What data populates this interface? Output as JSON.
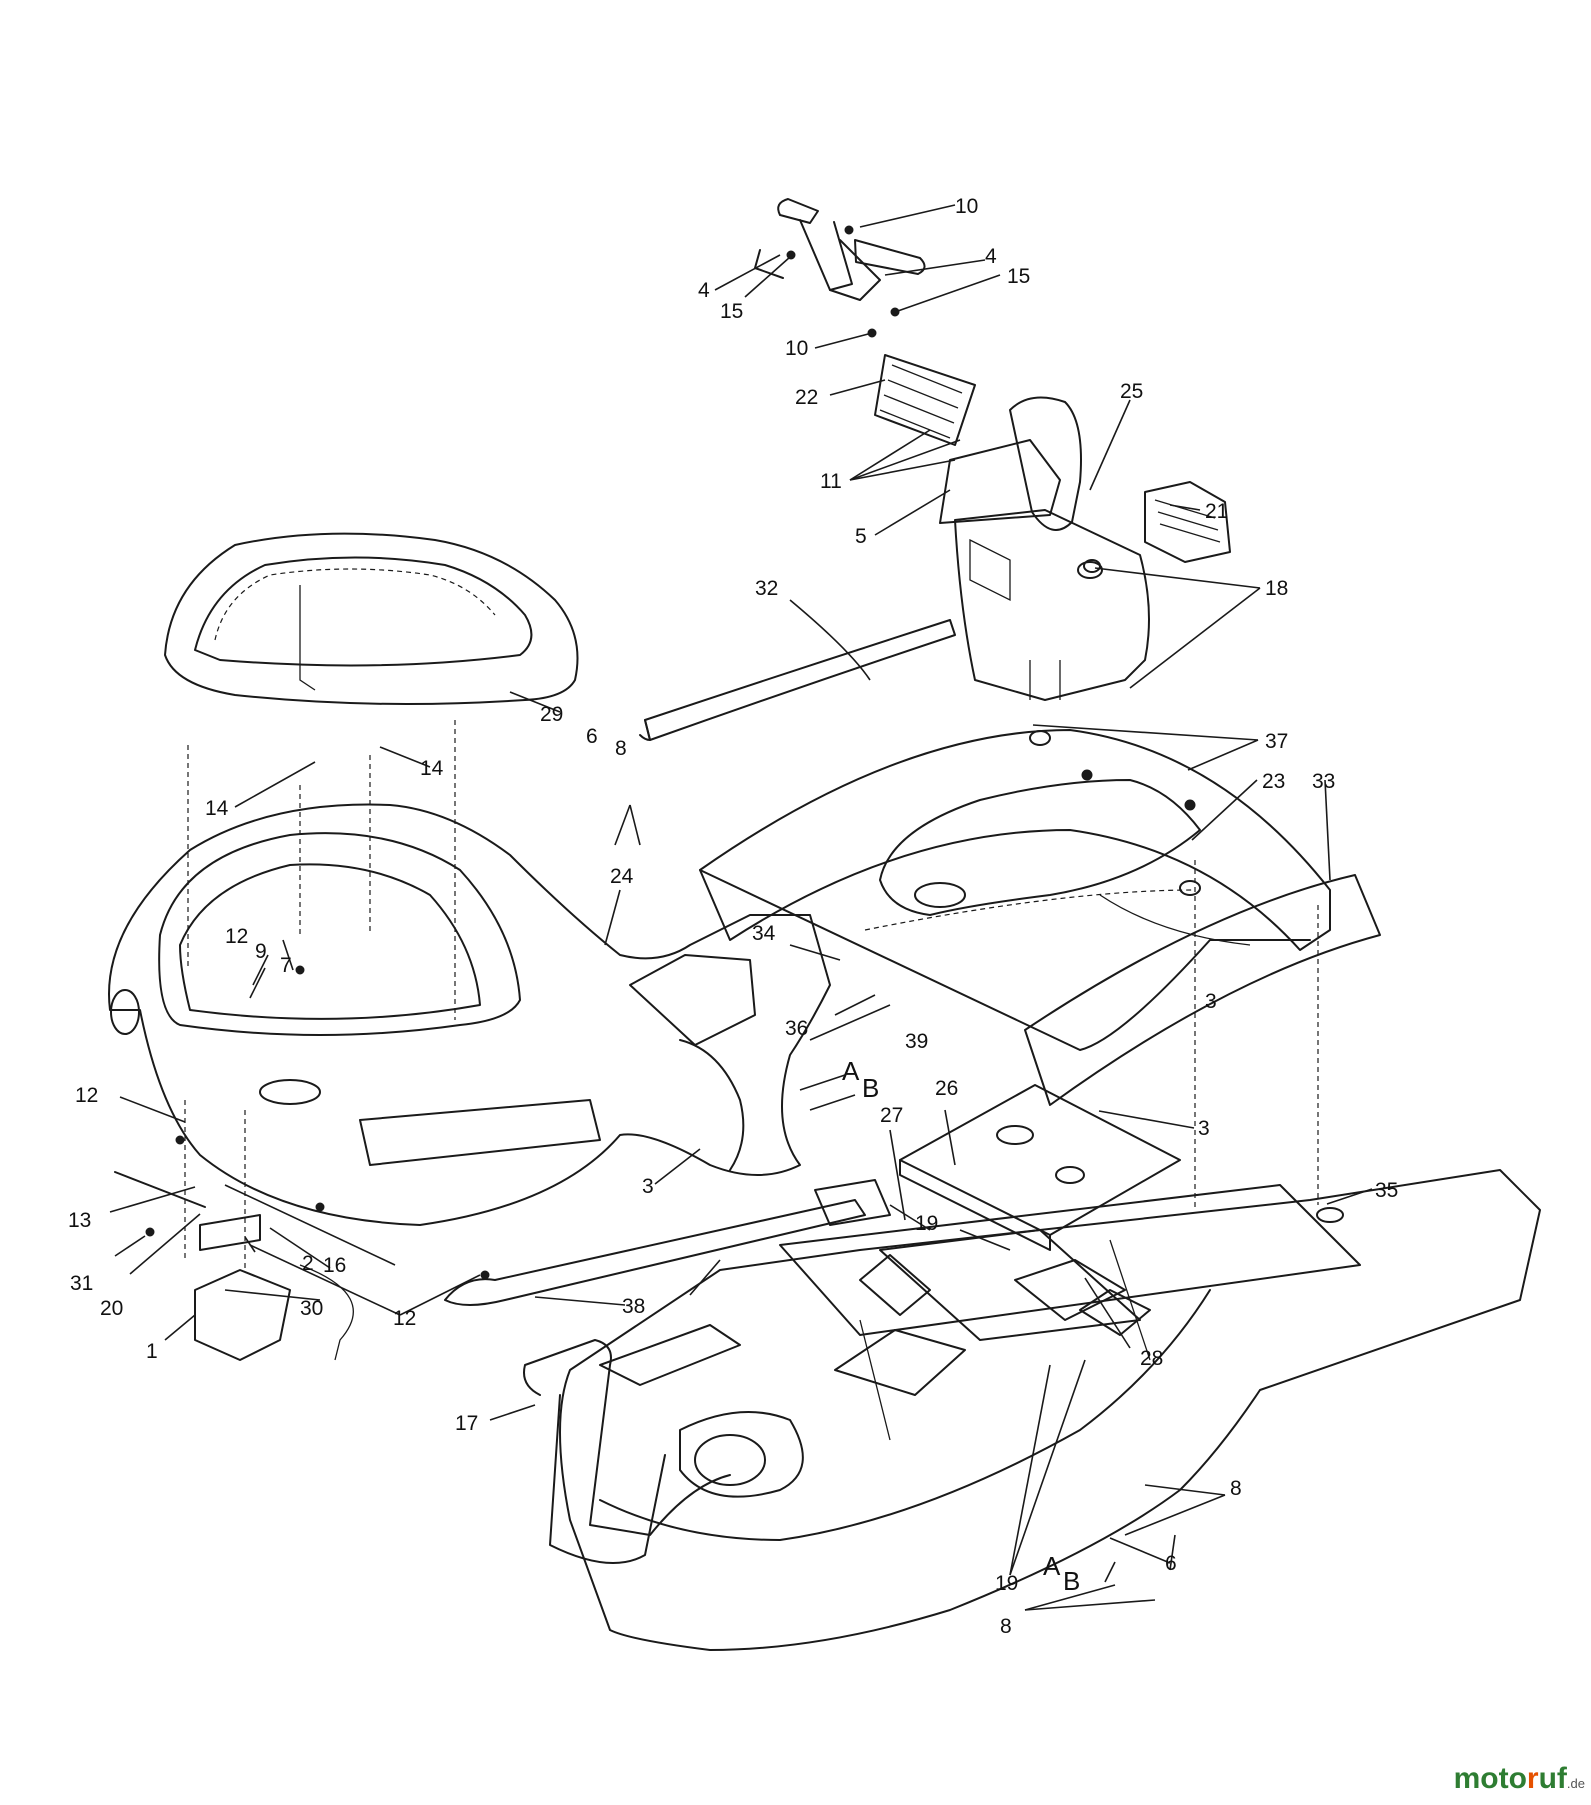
{
  "callouts": [
    {
      "n": "1"
    },
    {
      "n": "2"
    },
    {
      "n": "3"
    },
    {
      "n": "3"
    },
    {
      "n": "3"
    },
    {
      "n": "4"
    },
    {
      "n": "4"
    },
    {
      "n": "5"
    },
    {
      "n": "6"
    },
    {
      "n": "6"
    },
    {
      "n": "7"
    },
    {
      "n": "8"
    },
    {
      "n": "8"
    },
    {
      "n": "8"
    },
    {
      "n": "9"
    },
    {
      "n": "10"
    },
    {
      "n": "10"
    },
    {
      "n": "11"
    },
    {
      "n": "12"
    },
    {
      "n": "12"
    },
    {
      "n": "12"
    },
    {
      "n": "13"
    },
    {
      "n": "14"
    },
    {
      "n": "14"
    },
    {
      "n": "15"
    },
    {
      "n": "15"
    },
    {
      "n": "16"
    },
    {
      "n": "17"
    },
    {
      "n": "18"
    },
    {
      "n": "19"
    },
    {
      "n": "19"
    },
    {
      "n": "20"
    },
    {
      "n": "21"
    },
    {
      "n": "22"
    },
    {
      "n": "23"
    },
    {
      "n": "24"
    },
    {
      "n": "25"
    },
    {
      "n": "26"
    },
    {
      "n": "27"
    },
    {
      "n": "28"
    },
    {
      "n": "29"
    },
    {
      "n": "30"
    },
    {
      "n": "31"
    },
    {
      "n": "32"
    },
    {
      "n": "33"
    },
    {
      "n": "34"
    },
    {
      "n": "35"
    },
    {
      "n": "36"
    },
    {
      "n": "37"
    },
    {
      "n": "38"
    },
    {
      "n": "39"
    }
  ],
  "markers": [
    {
      "a": "A",
      "b": "B"
    },
    {
      "a": "A",
      "b": "B"
    }
  ],
  "watermark": {
    "brand": "motoruf",
    "suffix": ".de",
    "brand_color": "#2e7d32",
    "accent_color": "#e65100"
  }
}
